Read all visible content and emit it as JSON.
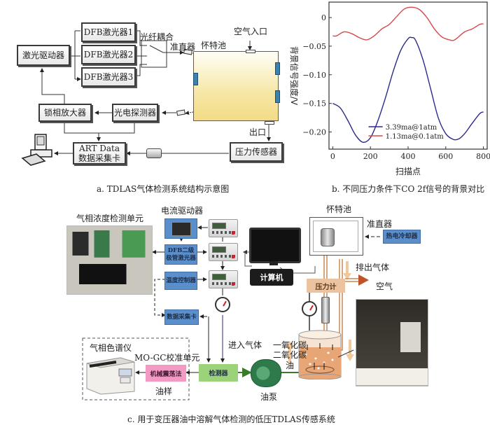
{
  "panel_a": {
    "caption": "a. TDLAS气体检测系统结构示意图",
    "laser_driver": "激光驱动器",
    "dfb_lasers": [
      "DFB激光器1",
      "DFB激光器2",
      "DFB激光器3"
    ],
    "fiber_coupler": "光纤耦合",
    "collimator": "准直器",
    "white_cell": "怀特池",
    "air_inlet": "空气入口",
    "outlet": "出口",
    "lockin_amp": "锁相放大器",
    "photodetector": "光电探测器",
    "daq_line1": "ART Data",
    "daq_line2": "数据采集卡",
    "pressure_sensor": "压力传感器"
  },
  "panel_b": {
    "caption": "b. 不同压力条件下CO 2f信号的背景对比"
  },
  "chart_data": {
    "type": "line",
    "title": "",
    "xlabel": "扫描点",
    "ylabel": "背景信号强度/V",
    "xlim": [
      -20,
      820
    ],
    "ylim": [
      -0.23,
      0.027
    ],
    "xticks": [
      0,
      200,
      400,
      600,
      800
    ],
    "xtick_labels": [
      "0",
      "200",
      "400",
      "600",
      "800"
    ],
    "yticks": [
      0,
      -0.05,
      -0.1,
      -0.15,
      -0.2
    ],
    "ytick_labels": [
      "0",
      "−0.05",
      "−0.10",
      "−0.15",
      "−0.20"
    ],
    "grid": false,
    "legend_position": "bottom-center",
    "series": [
      {
        "name": "3.39ma@1atm",
        "color": "#2b2a8c",
        "x": [
          0,
          40,
          80,
          120,
          160,
          200,
          240,
          280,
          320,
          360,
          400,
          420,
          440,
          480,
          520,
          560,
          600,
          640,
          670,
          700,
          740,
          780,
          800
        ],
        "y": [
          -0.15,
          -0.158,
          -0.18,
          -0.205,
          -0.218,
          -0.21,
          -0.18,
          -0.14,
          -0.095,
          -0.058,
          -0.037,
          -0.035,
          -0.04,
          -0.075,
          -0.125,
          -0.175,
          -0.203,
          -0.213,
          -0.212,
          -0.203,
          -0.185,
          -0.168,
          -0.165
        ]
      },
      {
        "name": "1.13ma@0.1atm",
        "color": "#d9474a",
        "x": [
          0,
          20,
          60,
          100,
          140,
          180,
          220,
          260,
          300,
          340,
          380,
          420,
          460,
          500,
          540,
          580,
          620,
          640,
          660,
          700,
          740,
          780,
          800
        ],
        "y": [
          -0.032,
          -0.032,
          -0.025,
          -0.028,
          -0.035,
          -0.039,
          -0.032,
          -0.02,
          -0.012,
          0.002,
          0.015,
          0.018,
          0.014,
          0.0,
          -0.02,
          -0.034,
          -0.039,
          -0.04,
          -0.036,
          -0.025,
          -0.02,
          -0.012,
          -0.011
        ]
      }
    ]
  },
  "panel_c": {
    "caption": "c. 用于变压器油中溶解气体检测的低压TDLAS传感系统",
    "gas_unit": "气相浓度检测单元",
    "current_driver": "电流驱动器",
    "dfb_diode": [
      "DFB二级",
      "极管激光器"
    ],
    "temp_controller": "温度控制器",
    "daq_card": "数据采集卡",
    "computer": "计算机",
    "white_cell": "怀特池",
    "collimator": "准直器",
    "tec": "热电冷却器",
    "exhaust": "排出气体",
    "pressure_gauge": "压力计",
    "air": "空气",
    "gas_in": "进入气体",
    "co": "一氧化碳",
    "co2": "二氧化碳",
    "oil": "油",
    "oil_pump": "油泵",
    "detector": "检测器",
    "mech_oscillation": "机械震荡法",
    "oil_sample": "油样",
    "gc_instrument": "气相色谱仪",
    "mogc_unit": "MO-GC校准单元"
  }
}
